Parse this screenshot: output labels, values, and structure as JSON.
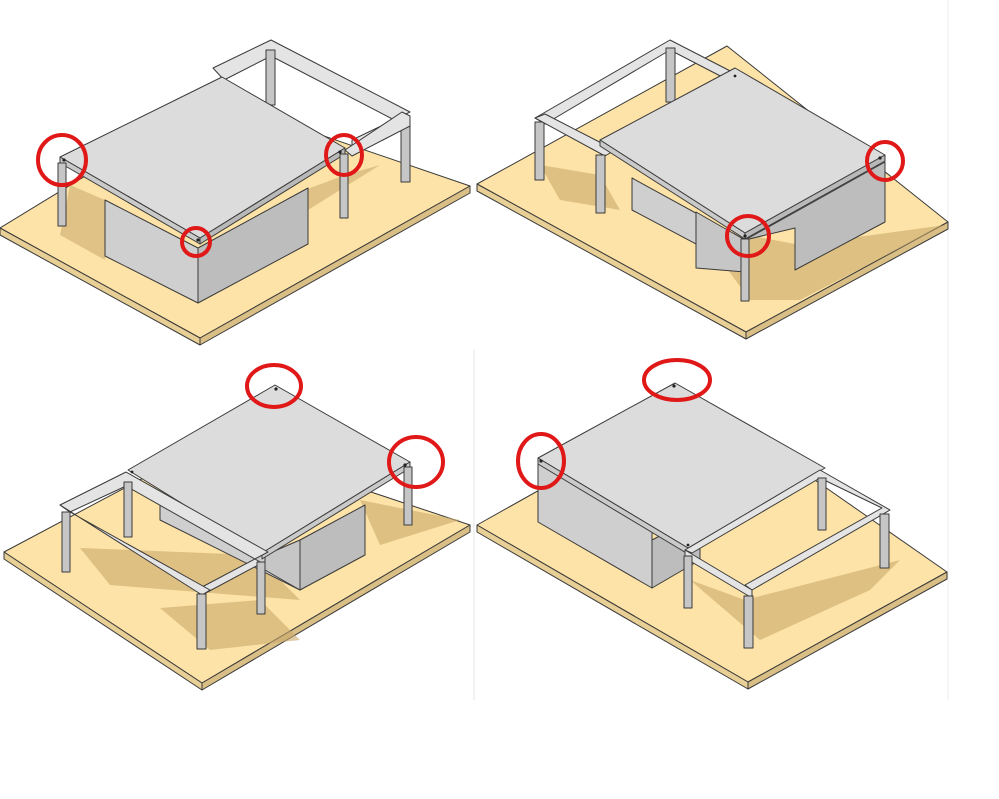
{
  "colors": {
    "background": "#ffffff",
    "ground_top": "#fde3a7",
    "ground_side": "#e8cf96",
    "shadow": "#c9a86b",
    "slab_top": "#dcdcdc",
    "wall_left": "#cfcfcf",
    "wall_right": "#bdbdbd",
    "frame_top": "#e4e4e4",
    "frame_side": "#c6c6c6",
    "marker": "#e01818",
    "divider": "#e6e6e6"
  },
  "diagram": {
    "panel_count": 4,
    "marked_corners_per_panel": [
      3,
      2,
      2,
      2
    ]
  }
}
